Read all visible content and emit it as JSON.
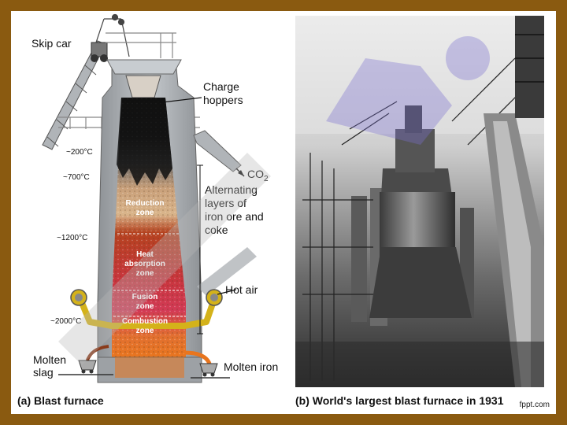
{
  "labels": {
    "skip_car": "Skip car",
    "charge_hoppers_1": "Charge",
    "charge_hoppers_2": "hoppers",
    "co2_base": "CO",
    "co2_sub": "2",
    "alternating": [
      "Alternating",
      "layers of",
      "iron ore and",
      "coke"
    ],
    "hot_air": "Hot air",
    "molten_slag_1": "Molten",
    "molten_slag_2": "slag",
    "molten_iron": "Molten iron"
  },
  "temperatures": [
    "~200°C",
    "~700°C",
    "~1200°C",
    "~2000°C"
  ],
  "zones": {
    "reduction": [
      "Reduction",
      "zone"
    ],
    "heat_absorption": [
      "Heat",
      "absorption",
      "zone"
    ],
    "fusion": [
      "Fusion",
      "zone"
    ],
    "combustion": [
      "Combustion",
      "zone"
    ]
  },
  "captions": {
    "a": "(a) Blast furnace",
    "b": "(b) World's largest blast furnace in 1931"
  },
  "footer": "fppt.com",
  "colors": {
    "frame": "#8a5a10",
    "furnace_wall": "#a8acb0",
    "reduction_zone": "#c9a07a",
    "heat_zone": "#b5421f",
    "fusion_zone": "#d23a55",
    "combustion_zone": "#e8751e",
    "hot_air_pipe": "#d4b21a",
    "watermark": "#7a6fd0"
  }
}
